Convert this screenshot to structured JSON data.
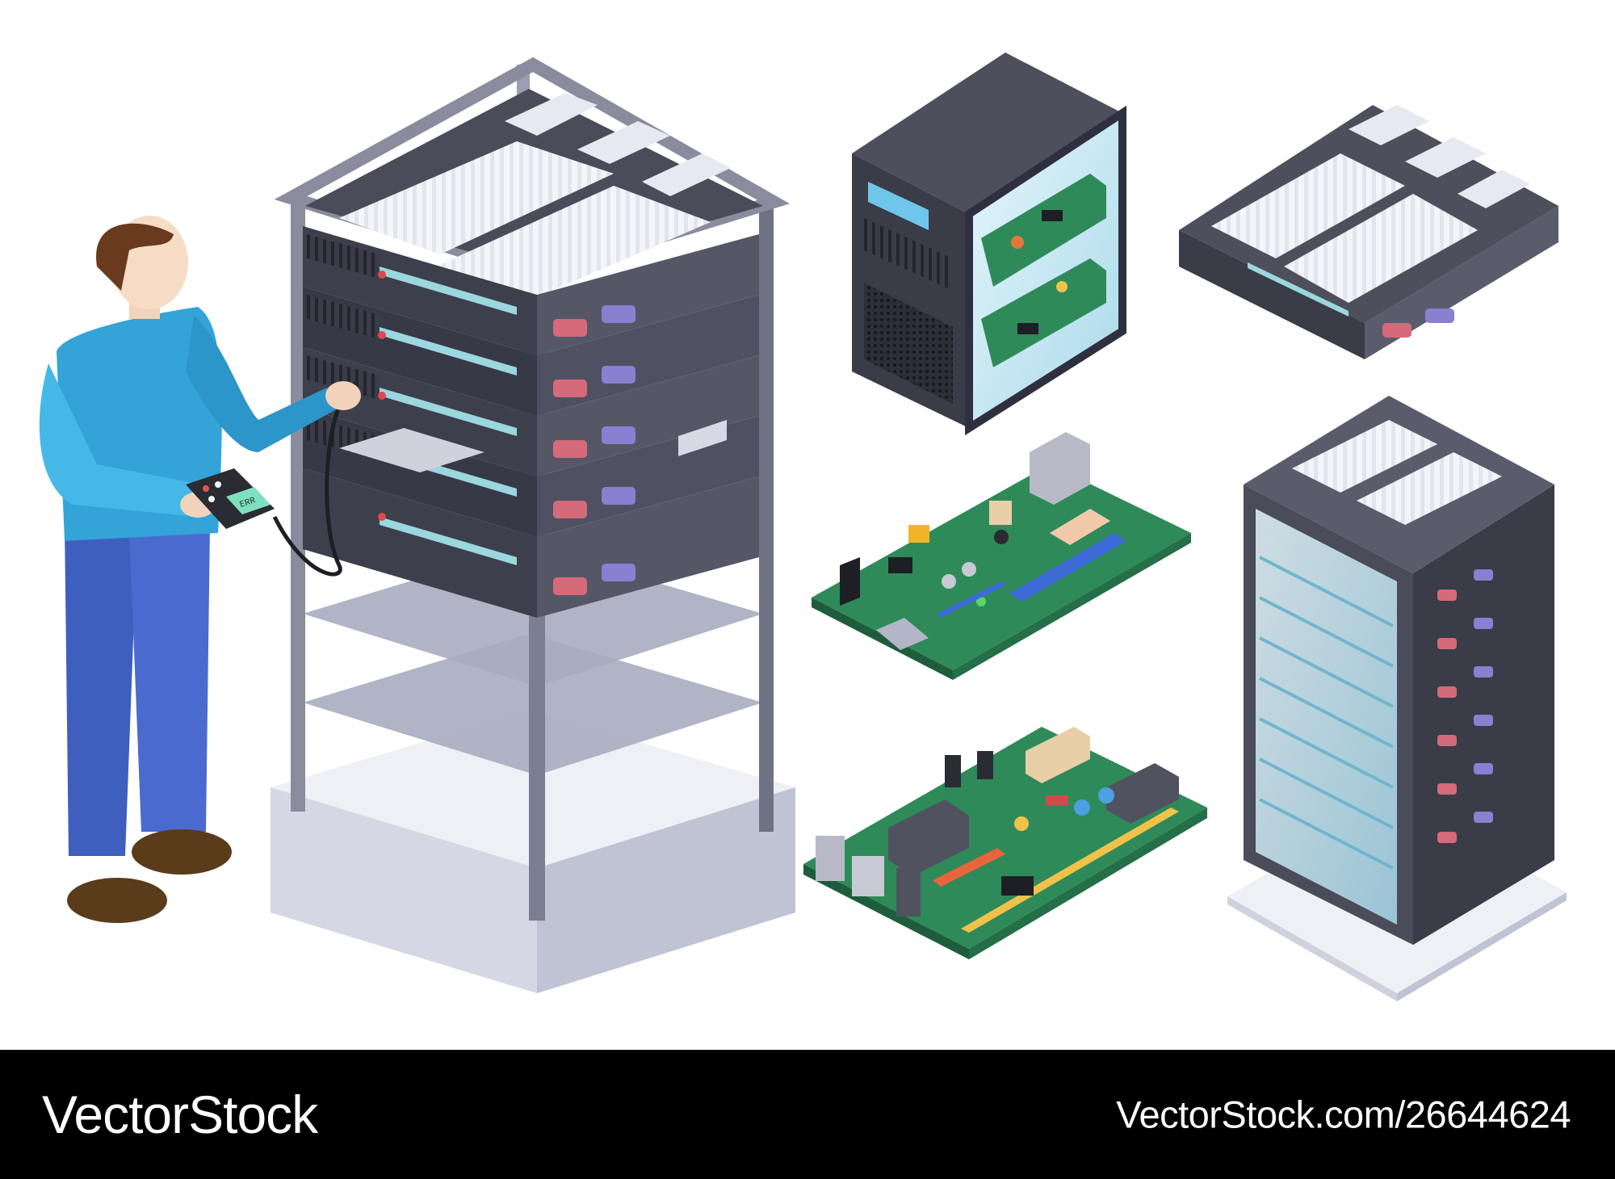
{
  "footer": {
    "brand": "VectorStock",
    "credit": "VectorStock.com/26644624"
  },
  "handheld_tester": {
    "screen_text": "ERR"
  },
  "colors": {
    "background": "#ffffff",
    "footer_bg": "#000000",
    "footer_text": "#ffffff",
    "rack_frame": "#8a8c9e",
    "server_dark": "#3d3f4c",
    "pcb_green": "#2f8a5a",
    "glass_blue": "#bfe6f2",
    "shirt": "#33a3d8",
    "pants": "#3f5fbf",
    "shoes": "#5a3b1a",
    "hair": "#6a3a1e"
  },
  "icons": [
    "server-rack-icon",
    "pc-tower-icon",
    "rack-unit-icon",
    "circuit-board-icon",
    "technician-icon"
  ]
}
